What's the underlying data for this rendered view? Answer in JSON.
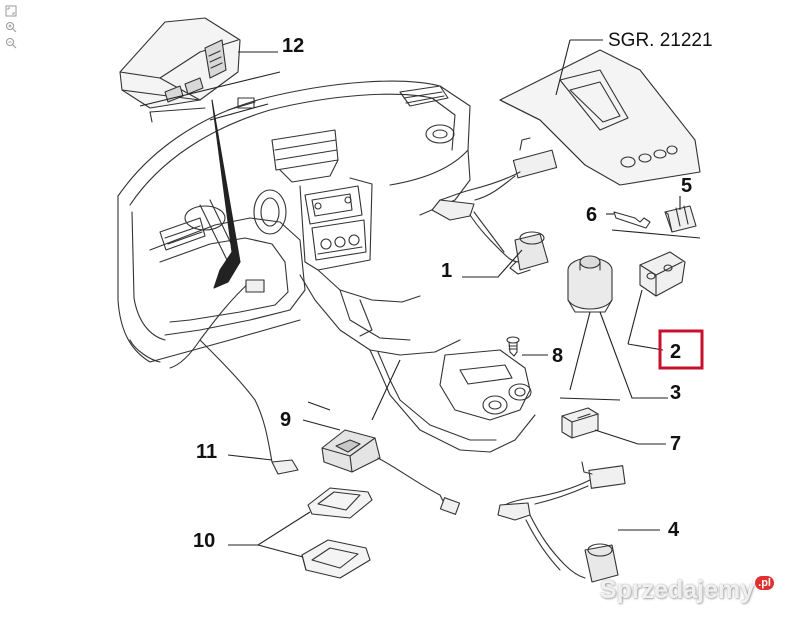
{
  "sheet_ref": "SGR. 21221",
  "callouts": [
    {
      "id": "12",
      "label": "12"
    },
    {
      "id": "1",
      "label": "1"
    },
    {
      "id": "5",
      "label": "5"
    },
    {
      "id": "6",
      "label": "6"
    },
    {
      "id": "2",
      "label": "2",
      "highlighted": true
    },
    {
      "id": "8",
      "label": "8"
    },
    {
      "id": "3",
      "label": "3"
    },
    {
      "id": "9",
      "label": "9"
    },
    {
      "id": "7",
      "label": "7"
    },
    {
      "id": "11",
      "label": "11"
    },
    {
      "id": "4",
      "label": "4"
    },
    {
      "id": "10",
      "label": "10"
    }
  ],
  "highlight_color": "#c8102e",
  "line_color": "#222222",
  "toolbar": {
    "icons": [
      "fit-window-icon",
      "zoom-in-icon",
      "zoom-out-icon"
    ]
  },
  "watermark": {
    "text": "Sprzedajemy",
    "suffix": ".pl"
  }
}
